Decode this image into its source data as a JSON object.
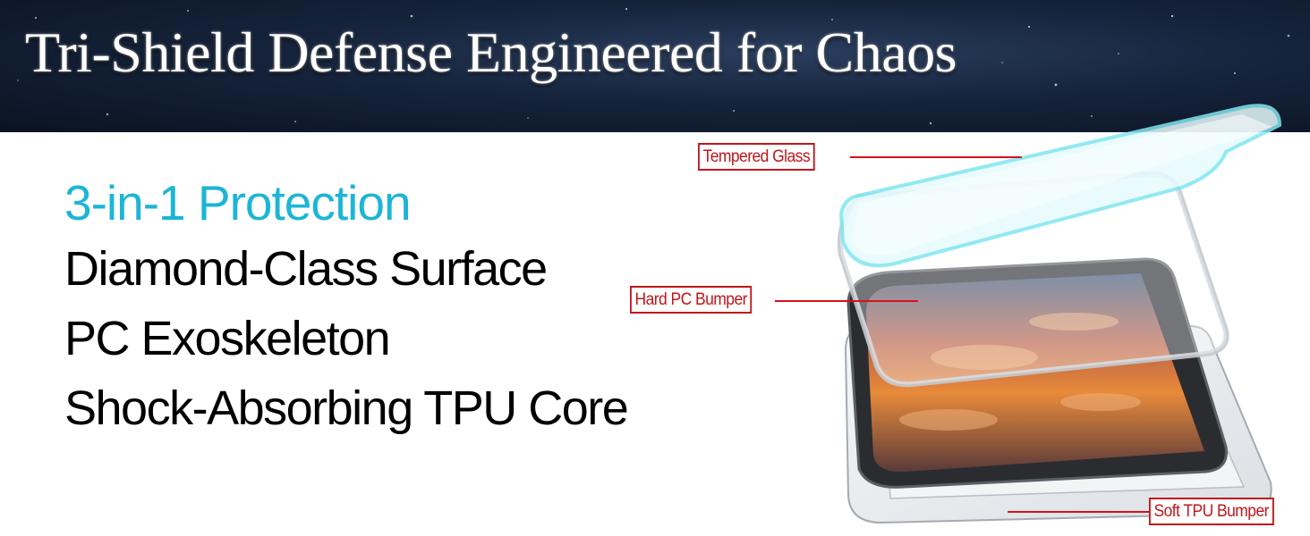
{
  "banner": {
    "title": "Tri-Shield Defense Engineered for Chaos"
  },
  "features": {
    "headline": "3-in-1 Protection",
    "items": [
      "Diamond-Class Surface",
      "PC Exoskeleton",
      "Shock-Absorbing TPU Core"
    ]
  },
  "callouts": {
    "tempered_glass": "Tempered Glass",
    "hard_pc_bumper": "Hard PC Bumper",
    "soft_tpu_bumper": "Soft TPU Bumper"
  },
  "colors": {
    "headline_accent": "#1cb5d6",
    "callout_red": "#c0161c",
    "glass_cyan": "#7fe6f0"
  }
}
